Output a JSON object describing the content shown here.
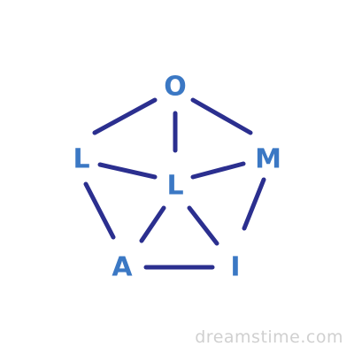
{
  "colors": {
    "edge": "#2b2f8f",
    "node_text": "#3b78c4",
    "watermark": "#d0d0d0",
    "background": "#ffffff"
  },
  "nodes": {
    "O": "O",
    "M": "M",
    "I": "I",
    "A": "A",
    "L_left": "L",
    "L_center": "L"
  },
  "edges": [
    [
      "O",
      "M"
    ],
    [
      "M",
      "I"
    ],
    [
      "I",
      "A"
    ],
    [
      "A",
      "L_left"
    ],
    [
      "L_left",
      "O"
    ],
    [
      "O",
      "L_center"
    ],
    [
      "M",
      "L_center"
    ],
    [
      "I",
      "L_center"
    ],
    [
      "A",
      "L_center"
    ],
    [
      "L_left",
      "L_center"
    ]
  ],
  "watermark": {
    "text": "dreamstime.com"
  }
}
